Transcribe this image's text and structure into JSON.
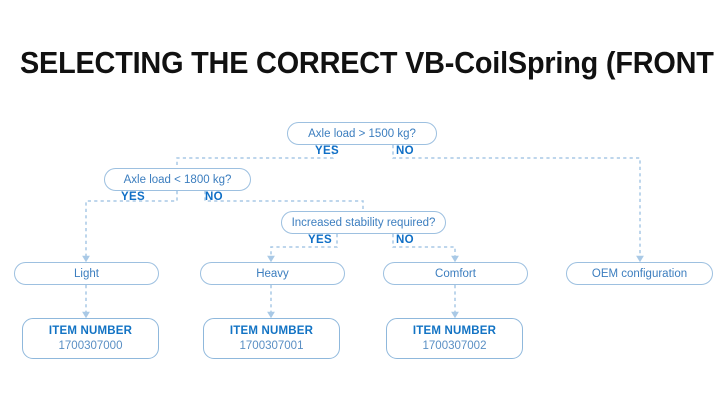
{
  "page": {
    "title": "SELECTING THE CORRECT VB-CoilSpring (FRONT AXLE)",
    "background_color": "#ffffff"
  },
  "colors": {
    "line": "#a9c9e6",
    "box_border": "#9dc0e0",
    "box_text": "#3c7ebf",
    "branch_label": "#0f6fc6",
    "item_title": "#1273c4",
    "item_value": "#5a8fc4",
    "title_text": "#111111"
  },
  "flowchart": {
    "decisions": [
      {
        "id": "decision-axle-load-1500",
        "question": "Axle load > 1500 kg?",
        "yes_label": "YES",
        "no_label": "NO"
      },
      {
        "id": "decision-axle-load-1800",
        "question": "Axle load < 1800 kg?",
        "yes_label": "YES",
        "no_label": "NO"
      },
      {
        "id": "decision-increased-stability",
        "question": "Increased stability required?",
        "yes_label": "YES",
        "no_label": "NO"
      }
    ],
    "results": [
      {
        "id": "result-light",
        "label": "Light"
      },
      {
        "id": "result-heavy",
        "label": "Heavy"
      },
      {
        "id": "result-comfort",
        "label": "Comfort"
      },
      {
        "id": "result-oem",
        "label": "OEM configuration"
      }
    ],
    "item_boxes": [
      {
        "id": "item-number-light",
        "title": "ITEM NUMBER",
        "value": "1700307000"
      },
      {
        "id": "item-number-heavy",
        "title": "ITEM NUMBER",
        "value": "1700307001"
      },
      {
        "id": "item-number-comfort",
        "title": "ITEM NUMBER",
        "value": "1700307002"
      }
    ]
  }
}
